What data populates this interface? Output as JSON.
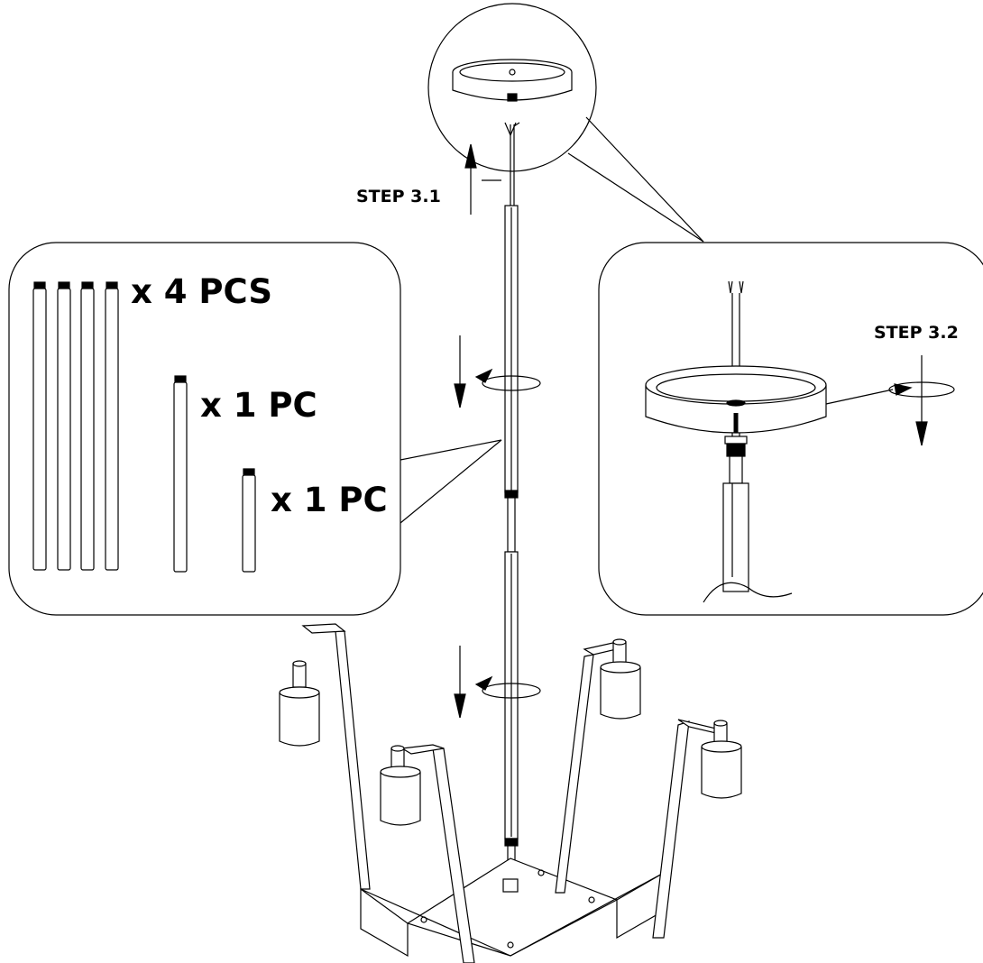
{
  "steps": {
    "step_3_1": "STEP 3.1",
    "step_3_2": "STEP 3.2"
  },
  "parts_panel": {
    "qty_long_rods": "x 4 PCS",
    "qty_medium_rod": "x 1 PC",
    "qty_short_rod": "x 1 PC"
  },
  "colors": {
    "line": "#000000",
    "background": "#ffffff"
  }
}
